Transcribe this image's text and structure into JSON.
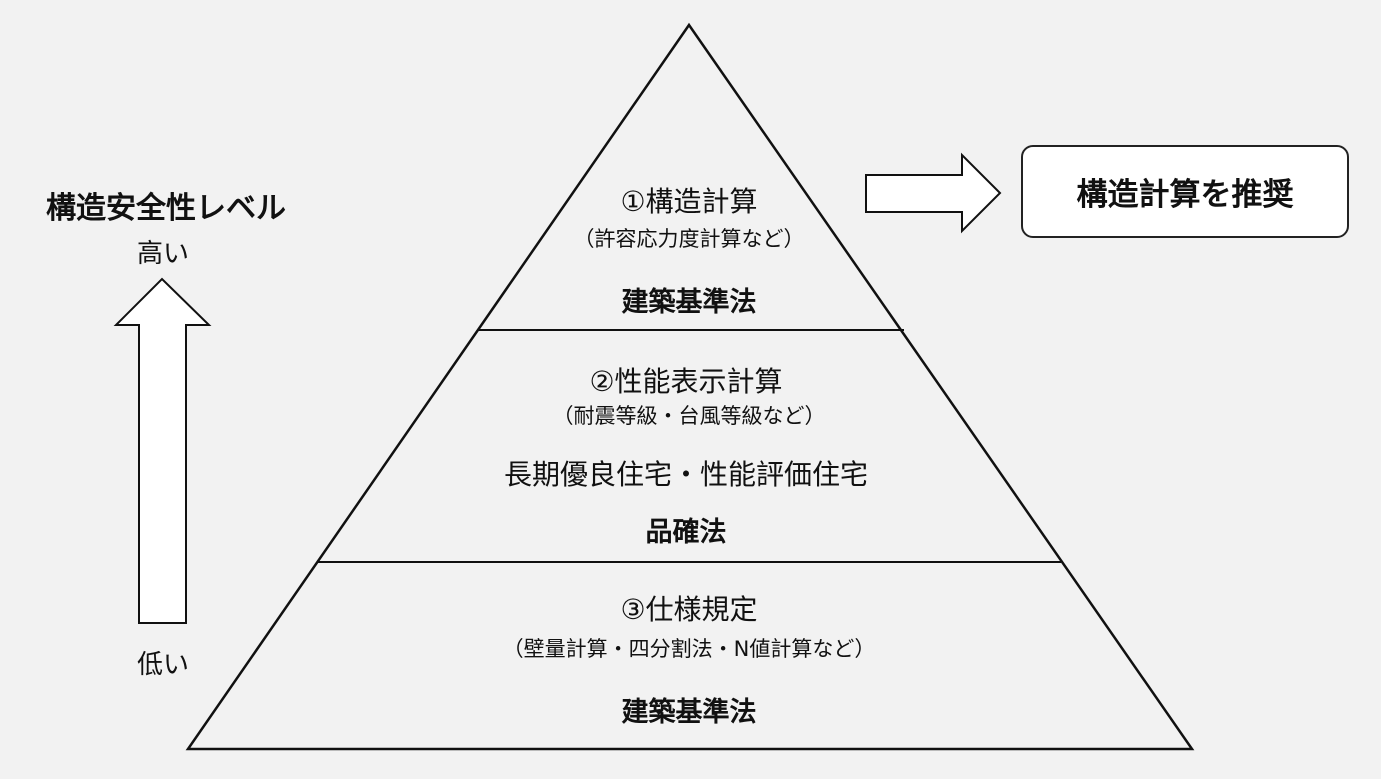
{
  "axis": {
    "title": "構造安全性レベル",
    "high": "高い",
    "low": "低い"
  },
  "tiers": [
    {
      "name": "①構造計算",
      "detail": "（許容応力度計算など）",
      "law": "建築基準法"
    },
    {
      "name": "②性能表示計算",
      "detail": "（耐震等級・台風等級など）",
      "extra": "長期優良住宅・性能評価住宅",
      "law": "品確法"
    },
    {
      "name": "③仕様規定",
      "detail": "（壁量計算・四分割法・N値計算など）",
      "law": "建築基準法"
    }
  ],
  "recommendation": "構造計算を推奨"
}
